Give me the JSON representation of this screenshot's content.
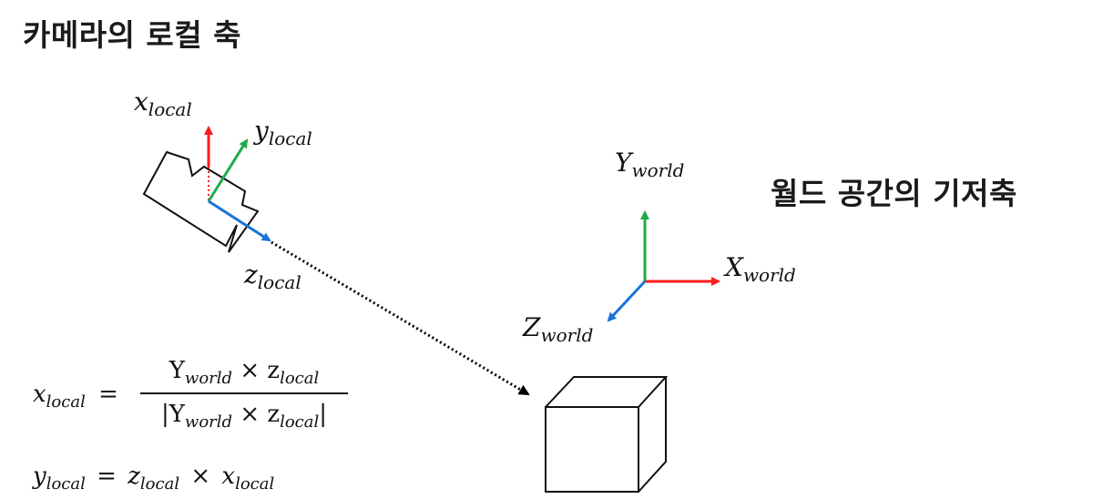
{
  "titles": {
    "camera_local_axes": "카메라의 로컬 축",
    "world_basis_axes": "월드 공간의 기저축"
  },
  "camera_axes": {
    "x": {
      "base": "x",
      "sub": "local",
      "color": "#ff1a1a"
    },
    "y": {
      "base": "y",
      "sub": "local",
      "color": "#1faa4b"
    },
    "z": {
      "base": "z",
      "sub": "local",
      "color": "#1a73d9"
    }
  },
  "world_axes": {
    "x": {
      "base": "X",
      "sub": "world",
      "color": "#ff1a1a"
    },
    "y": {
      "base": "Y",
      "sub": "world",
      "color": "#1faa4b"
    },
    "z": {
      "base": "Z",
      "sub": "world",
      "color": "#1a73d9"
    }
  },
  "equations": {
    "eq1": {
      "lhs_base": "x",
      "lhs_sub": "local",
      "equals": "=",
      "num_a_base": "Y",
      "num_a_sub": "world",
      "times": "×",
      "num_b_base": "z",
      "num_b_sub": "local",
      "den_open": "|",
      "den_a_base": "Y",
      "den_a_sub": "world",
      "den_b_base": "z",
      "den_b_sub": "local",
      "den_close": "|"
    },
    "eq2": {
      "lhs_base": "y",
      "lhs_sub": "local",
      "equals": "=",
      "a_base": "z",
      "a_sub": "local",
      "times": "×",
      "b_base": "x",
      "b_sub": "local"
    }
  }
}
